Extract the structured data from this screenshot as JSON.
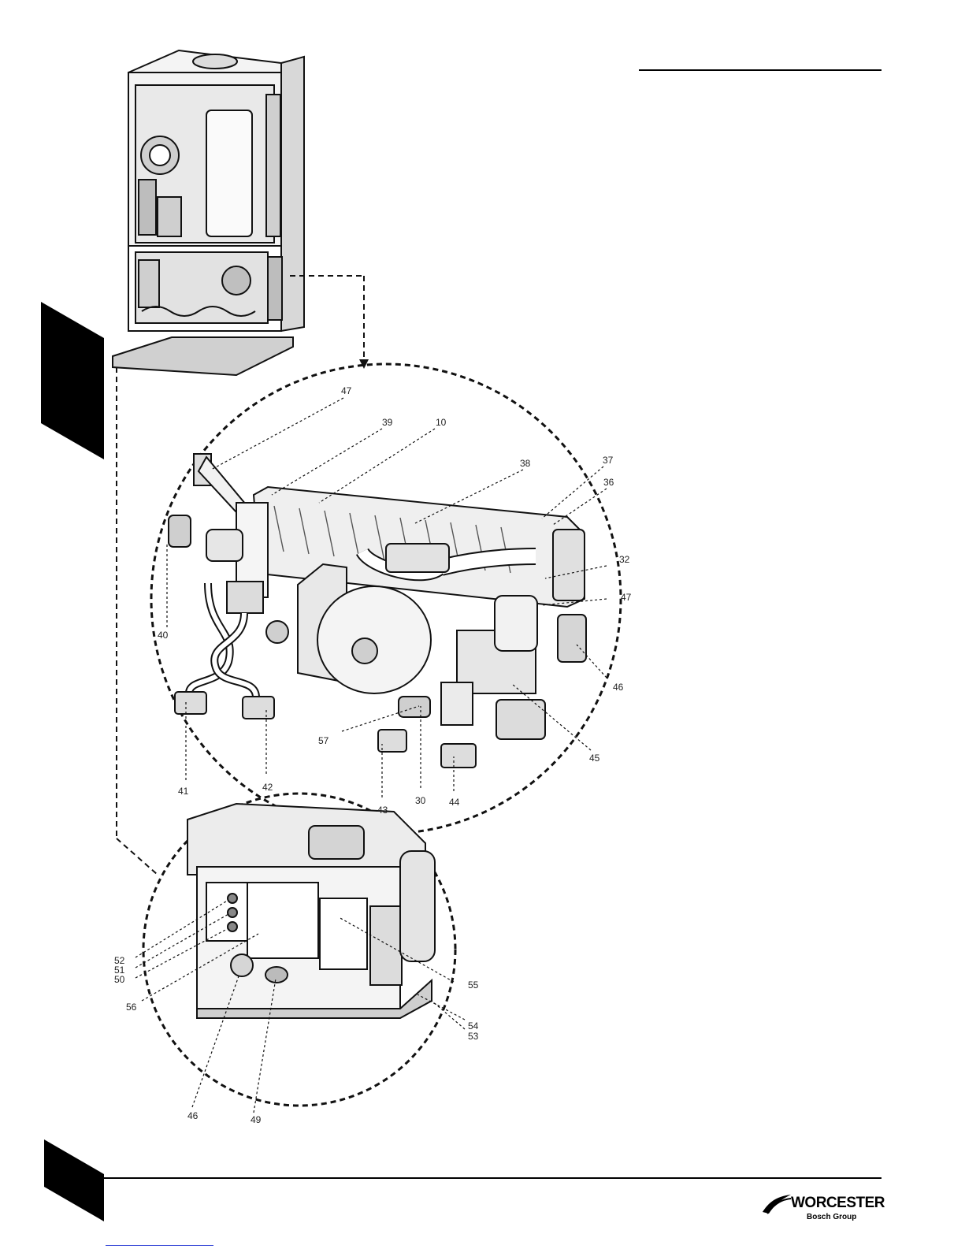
{
  "diagram": {
    "callouts": [
      {
        "id": "47a",
        "text": "47"
      },
      {
        "id": "39",
        "text": "39"
      },
      {
        "id": "10",
        "text": "10"
      },
      {
        "id": "38",
        "text": "38"
      },
      {
        "id": "37",
        "text": "37"
      },
      {
        "id": "36",
        "text": "36"
      },
      {
        "id": "32",
        "text": "32"
      },
      {
        "id": "47b",
        "text": "47"
      },
      {
        "id": "40",
        "text": "40"
      },
      {
        "id": "46a",
        "text": "46"
      },
      {
        "id": "57",
        "text": "57"
      },
      {
        "id": "45",
        "text": "45"
      },
      {
        "id": "41",
        "text": "41"
      },
      {
        "id": "42",
        "text": "42"
      },
      {
        "id": "43",
        "text": "43"
      },
      {
        "id": "30",
        "text": "30"
      },
      {
        "id": "44",
        "text": "44"
      },
      {
        "id": "52",
        "text": "52"
      },
      {
        "id": "51",
        "text": "51"
      },
      {
        "id": "50",
        "text": "50"
      },
      {
        "id": "56",
        "text": "56"
      },
      {
        "id": "55",
        "text": "55"
      },
      {
        "id": "54",
        "text": "54"
      },
      {
        "id": "53",
        "text": "53"
      },
      {
        "id": "46b",
        "text": "46"
      },
      {
        "id": "49",
        "text": "49"
      }
    ]
  },
  "footer": {
    "brand": "WORCESTER",
    "brand_sub": "Bosch Group"
  }
}
